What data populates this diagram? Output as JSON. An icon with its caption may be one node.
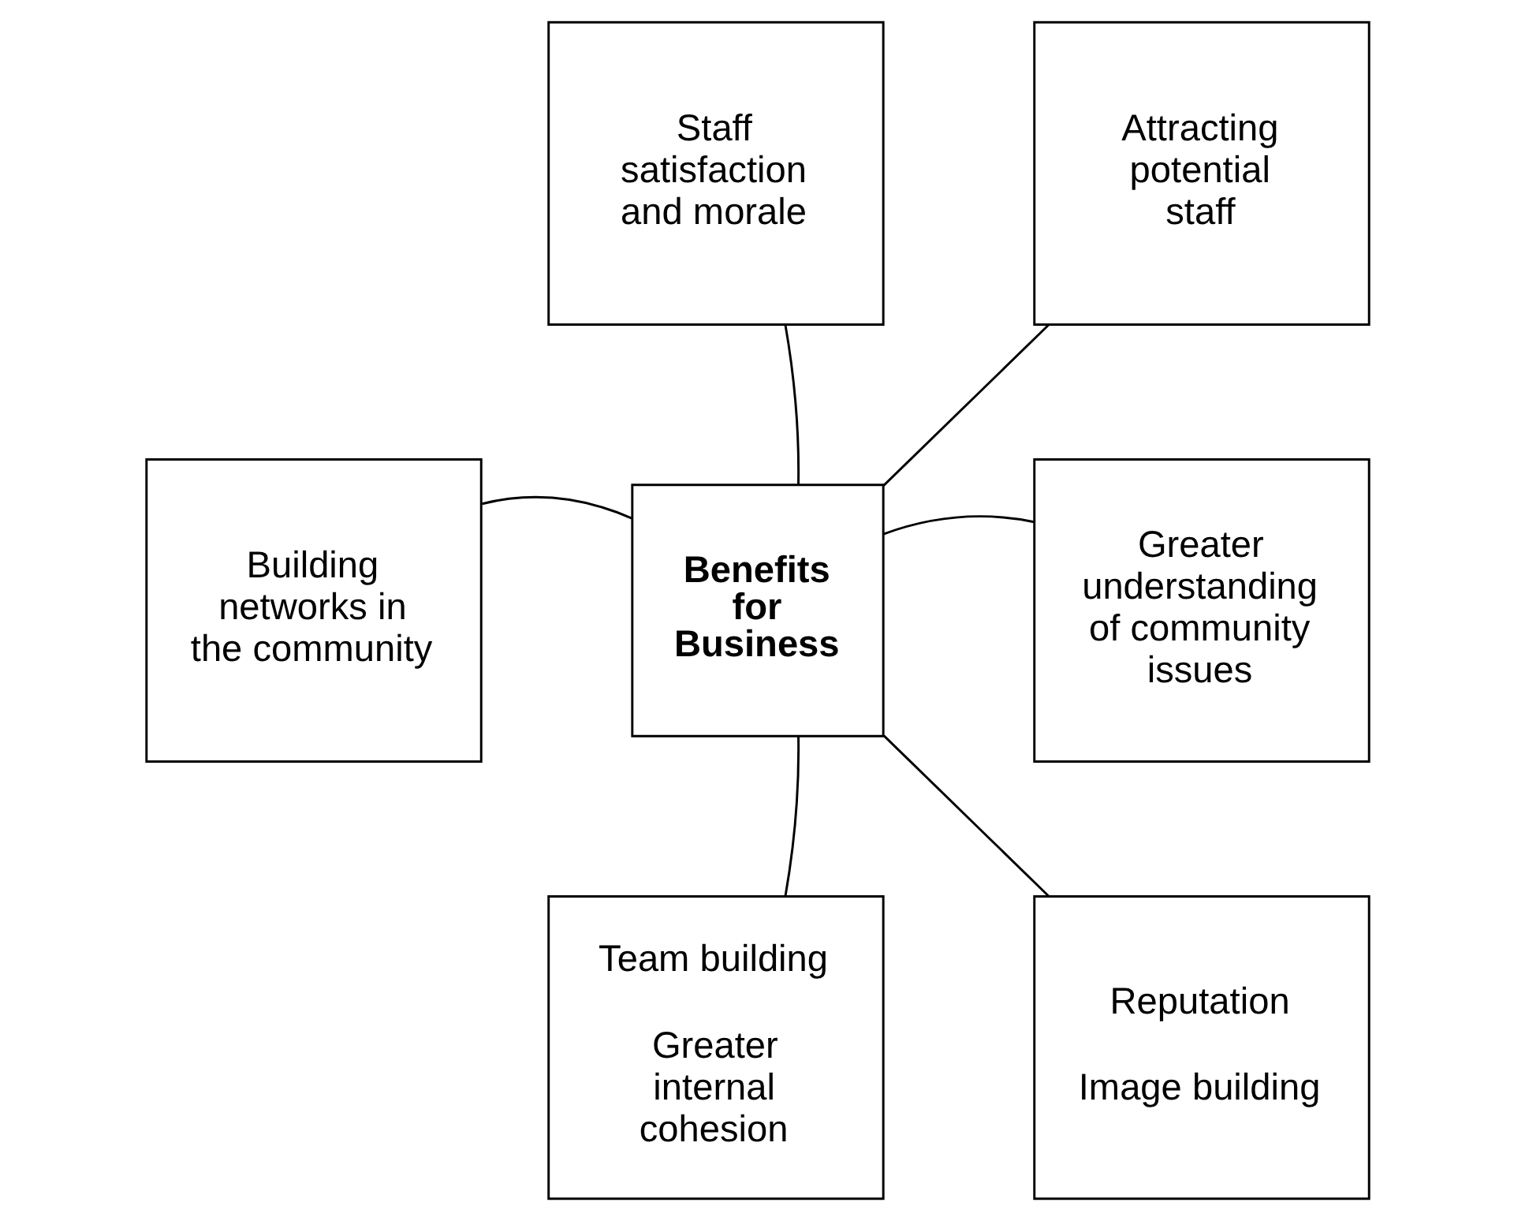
{
  "diagram": {
    "nodes": [
      {
        "text": [
          "Benefits for Business"
        ]
      },
      {
        "text": [
          "Staff satisfaction and morale"
        ]
      },
      {
        "text": [
          "Attracting potential staff"
        ]
      },
      {
        "text": [
          "Building networks in the community"
        ]
      },
      {
        "text": [
          "Greater understanding of community issues"
        ]
      },
      {
        "text": [
          "Team building",
          "Greater internal cohesion"
        ]
      },
      {
        "text": [
          "Reputation",
          "Image building"
        ]
      }
    ],
    "edges": [
      {
        "from": 0,
        "to": 1,
        "arrow": "none"
      },
      {
        "from": 0,
        "to": 2,
        "arrow": "none"
      },
      {
        "from": 0,
        "to": 3,
        "arrow": "none"
      },
      {
        "from": 0,
        "to": 4,
        "arrow": "none"
      },
      {
        "from": 0,
        "to": 5,
        "arrow": "none"
      },
      {
        "from": 0,
        "to": 6,
        "arrow": "none"
      }
    ]
  }
}
